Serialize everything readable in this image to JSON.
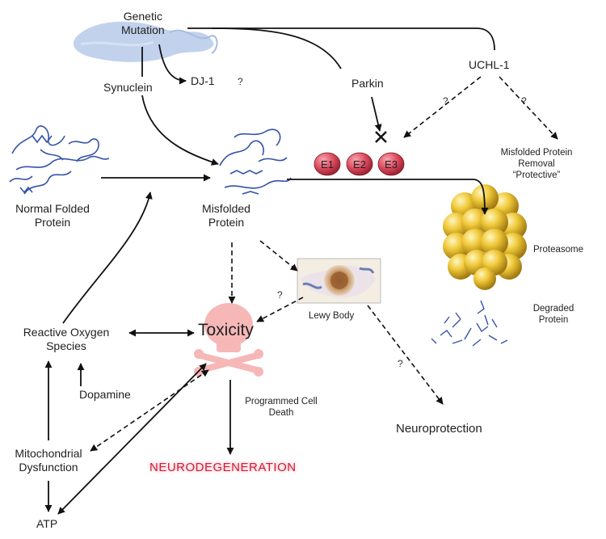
{
  "diagram": {
    "nodes": {
      "genetic_mutation": "Genetic\nMutation",
      "synuclein": "Synuclein",
      "dj1": "DJ-1",
      "parkin": "Parkin",
      "uchl1": "UCHL-1",
      "normal_folded": "Normal Folded\nProtein",
      "misfolded": "Misfolded\nProtein",
      "removal": "Misfolded Protein\nRemoval\n“Protective”",
      "proteasome": "Proteasome",
      "degraded": "Degraded\nProtein",
      "lewy_body": "Lewy Body",
      "toxicity": "Toxicity",
      "ros": "Reactive Oxygen\nSpecies",
      "dopamine": "Dopamine",
      "mito": "Mitochondrial\nDysfunction",
      "atp": "ATP",
      "pcd": "Programmed Cell\nDeath",
      "neurodegeneration": "NEURODEGENERATION",
      "neuroprotection": "Neuroprotection"
    },
    "enzymes": [
      "E1",
      "E2",
      "E3"
    ],
    "question_mark": "?",
    "colors": {
      "enzyme_fill": "#d8475a",
      "proteasome": "#e3b62a",
      "protein_ribbon": "#3553a8",
      "toxicity_skull": "#f6b7b7",
      "neurodegeneration": "#cc1f3a"
    }
  }
}
